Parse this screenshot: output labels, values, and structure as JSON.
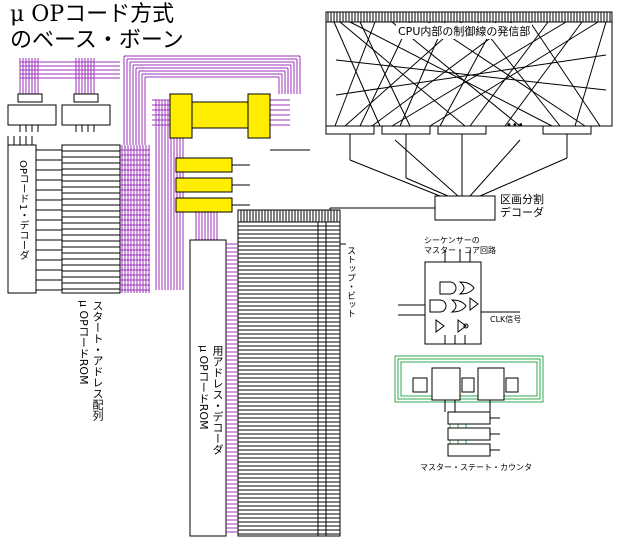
{
  "title": {
    "line1": "μ OPコード方式",
    "line2": "のベース・ボーン"
  },
  "labels": {
    "cpu_signals": "CPU内部の制御線の発信部",
    "dots": "•••",
    "region_decoder_l1": "区画分割",
    "region_decoder_l2": "デコーダ",
    "op_decoder": "OPコード1・デコーダ",
    "start_address_l1": "スタート・アドレス配列",
    "start_address_l2": "μ OPコードROM",
    "uop_rom_l1": "用アドレス・デコーダ",
    "uop_rom_l2": "μ OPコードROM",
    "stop_bit": "ストップ・ビット",
    "sequencer_l1": "シーケンサーの",
    "sequencer_l2": "マスター・コア回路",
    "clk": "CLK信号",
    "master_counter": "マスター・ステート・カウンタ"
  },
  "colors": {
    "purple": "#9b30b8",
    "yellow": "#ffee00",
    "green": "#2fa84f",
    "black": "#000000"
  }
}
